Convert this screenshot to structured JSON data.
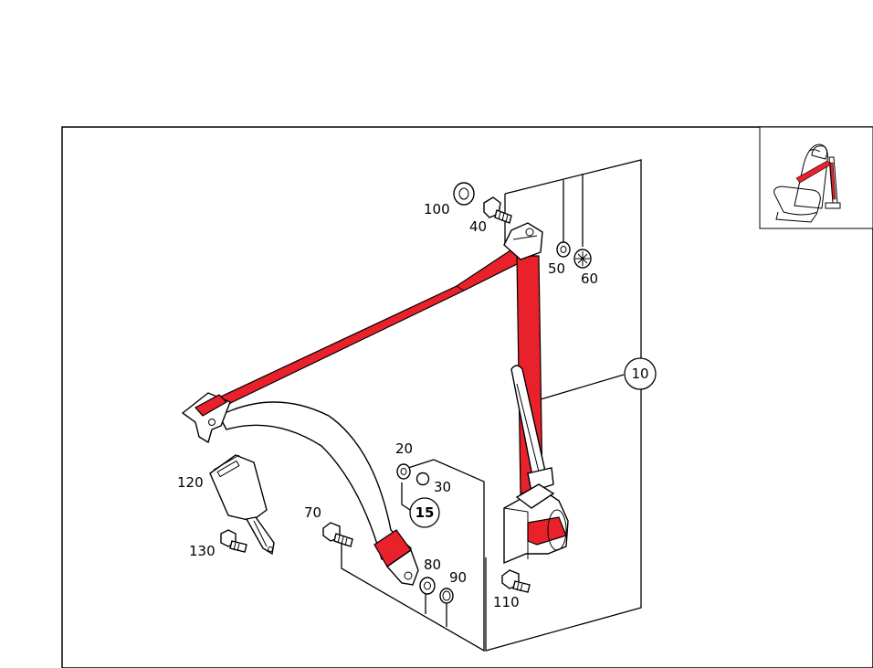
{
  "diagram": {
    "colors": {
      "belt": "#e8212b",
      "line": "#000000",
      "background": "#ffffff"
    },
    "labels": {
      "p10": "10",
      "p15": "15",
      "p20": "20",
      "p30": "30",
      "p40": "40",
      "p50": "50",
      "p60": "60",
      "p70": "70",
      "p80": "80",
      "p90": "90",
      "p100": "100",
      "p110": "110",
      "p120": "120",
      "p130": "130"
    },
    "icons": {
      "thumbnail": "seat-with-belt-icon"
    }
  }
}
